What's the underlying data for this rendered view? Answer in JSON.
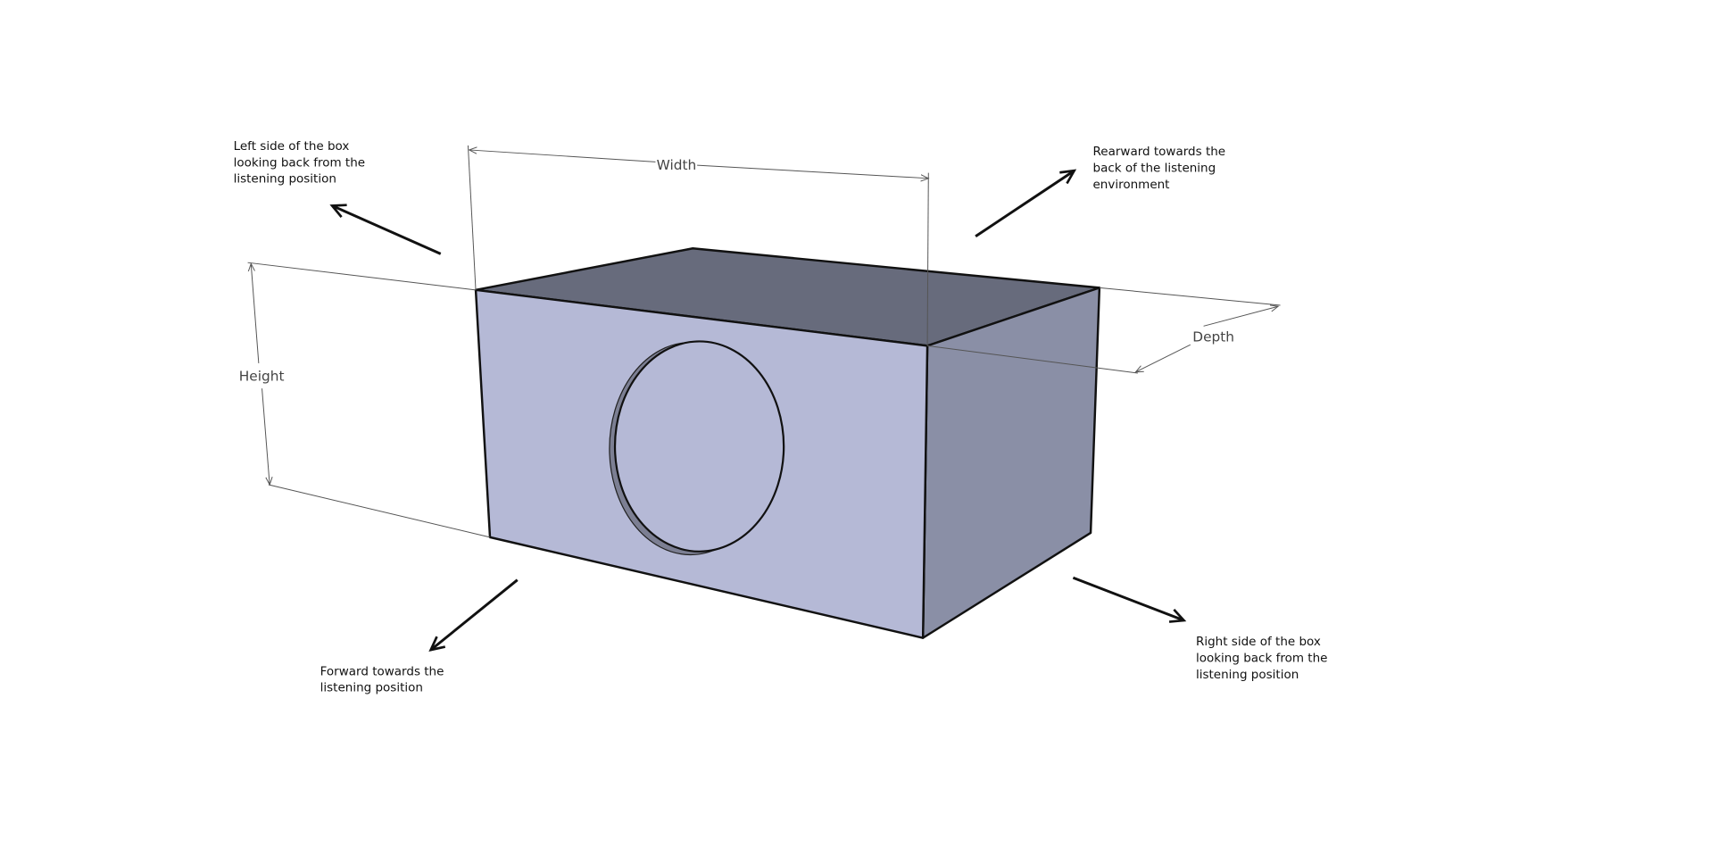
{
  "dimensions": {
    "width": "Width",
    "height": "Height",
    "depth": "Depth"
  },
  "annotations": {
    "left": [
      "Left side of the box",
      "looking back from the",
      "listening position"
    ],
    "rear": [
      "Rearward towards the",
      "back of the listening",
      "environment"
    ],
    "forward": [
      "Forward towards the",
      "listening position"
    ],
    "right": [
      "Right side of the box",
      "looking back from the",
      "listening position"
    ]
  },
  "colors": {
    "front": "#b5b9d6",
    "top": "#676b7c",
    "side": "#8a8fa6",
    "port_wall": "#7c7f93"
  }
}
